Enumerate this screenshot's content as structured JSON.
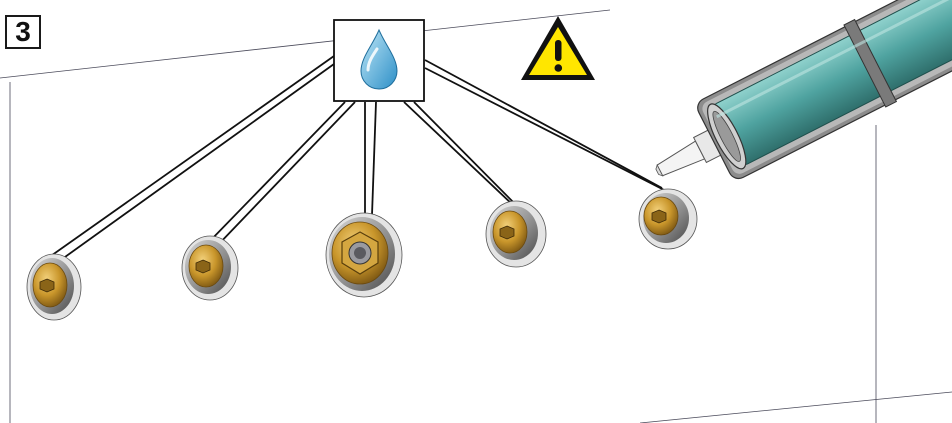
{
  "step": {
    "number": "3"
  },
  "callout": {
    "icon": "water-drop-icon",
    "icon_color": "#5ab4e0"
  },
  "warning": {
    "icon": "warning-triangle-icon",
    "fill_color": "#ffe600",
    "mark": "!"
  },
  "fasteners": {
    "count": 5,
    "color": "#c9962b",
    "types": [
      "flush-insert",
      "flush-insert",
      "hex-nut-insert",
      "flush-insert",
      "flush-insert"
    ]
  },
  "tool": {
    "icon": "sealant-cartridge-icon",
    "color": "#4fa3a0"
  }
}
